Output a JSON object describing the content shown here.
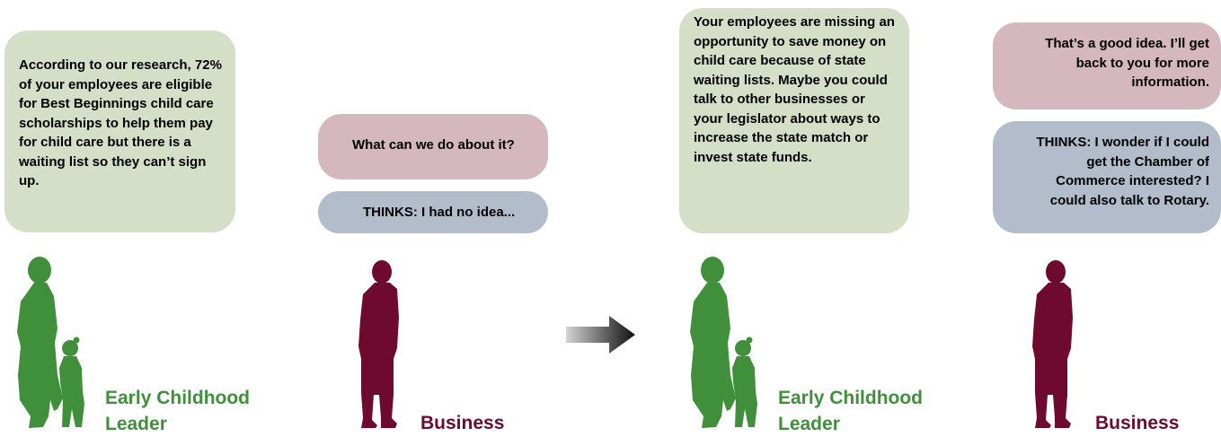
{
  "scene1": {
    "leader_speech": "According to our research, 72% of your employees are eligible for Best Beginnings child care scholarships to help them pay for child care but there is a waiting list so they can’t sign up.",
    "business_speech": "What can we do about it?",
    "business_thought": "THINKS: I had no idea...",
    "leader_label": "Early Childhood Leader",
    "business_label": "Business"
  },
  "scene2": {
    "leader_speech": "Your employees are missing an opportunity to save money on child care because of state waiting lists. Maybe you could talk to other businesses or your legislator about ways to increase the state match or invest state funds.",
    "business_speech": "That’s a good idea. I’ll get back to you for more information.",
    "business_thought": "THINKS: I wonder if I could get the Chamber of Commerce interested? I could also talk to Rotary.",
    "leader_label": "Early Childhood Leader",
    "business_label": "Business"
  },
  "colors": {
    "leader_green": "#3f8f3b",
    "business_maroon": "#6d0a2e",
    "speech_green": "#d5dfc8",
    "speech_pink": "#d5b8bf",
    "thought_blue": "#b2bccb"
  },
  "icons": {
    "leader_figure": "mother-and-child-silhouette",
    "business_figure": "standing-man-silhouette",
    "transition": "right-arrow"
  }
}
